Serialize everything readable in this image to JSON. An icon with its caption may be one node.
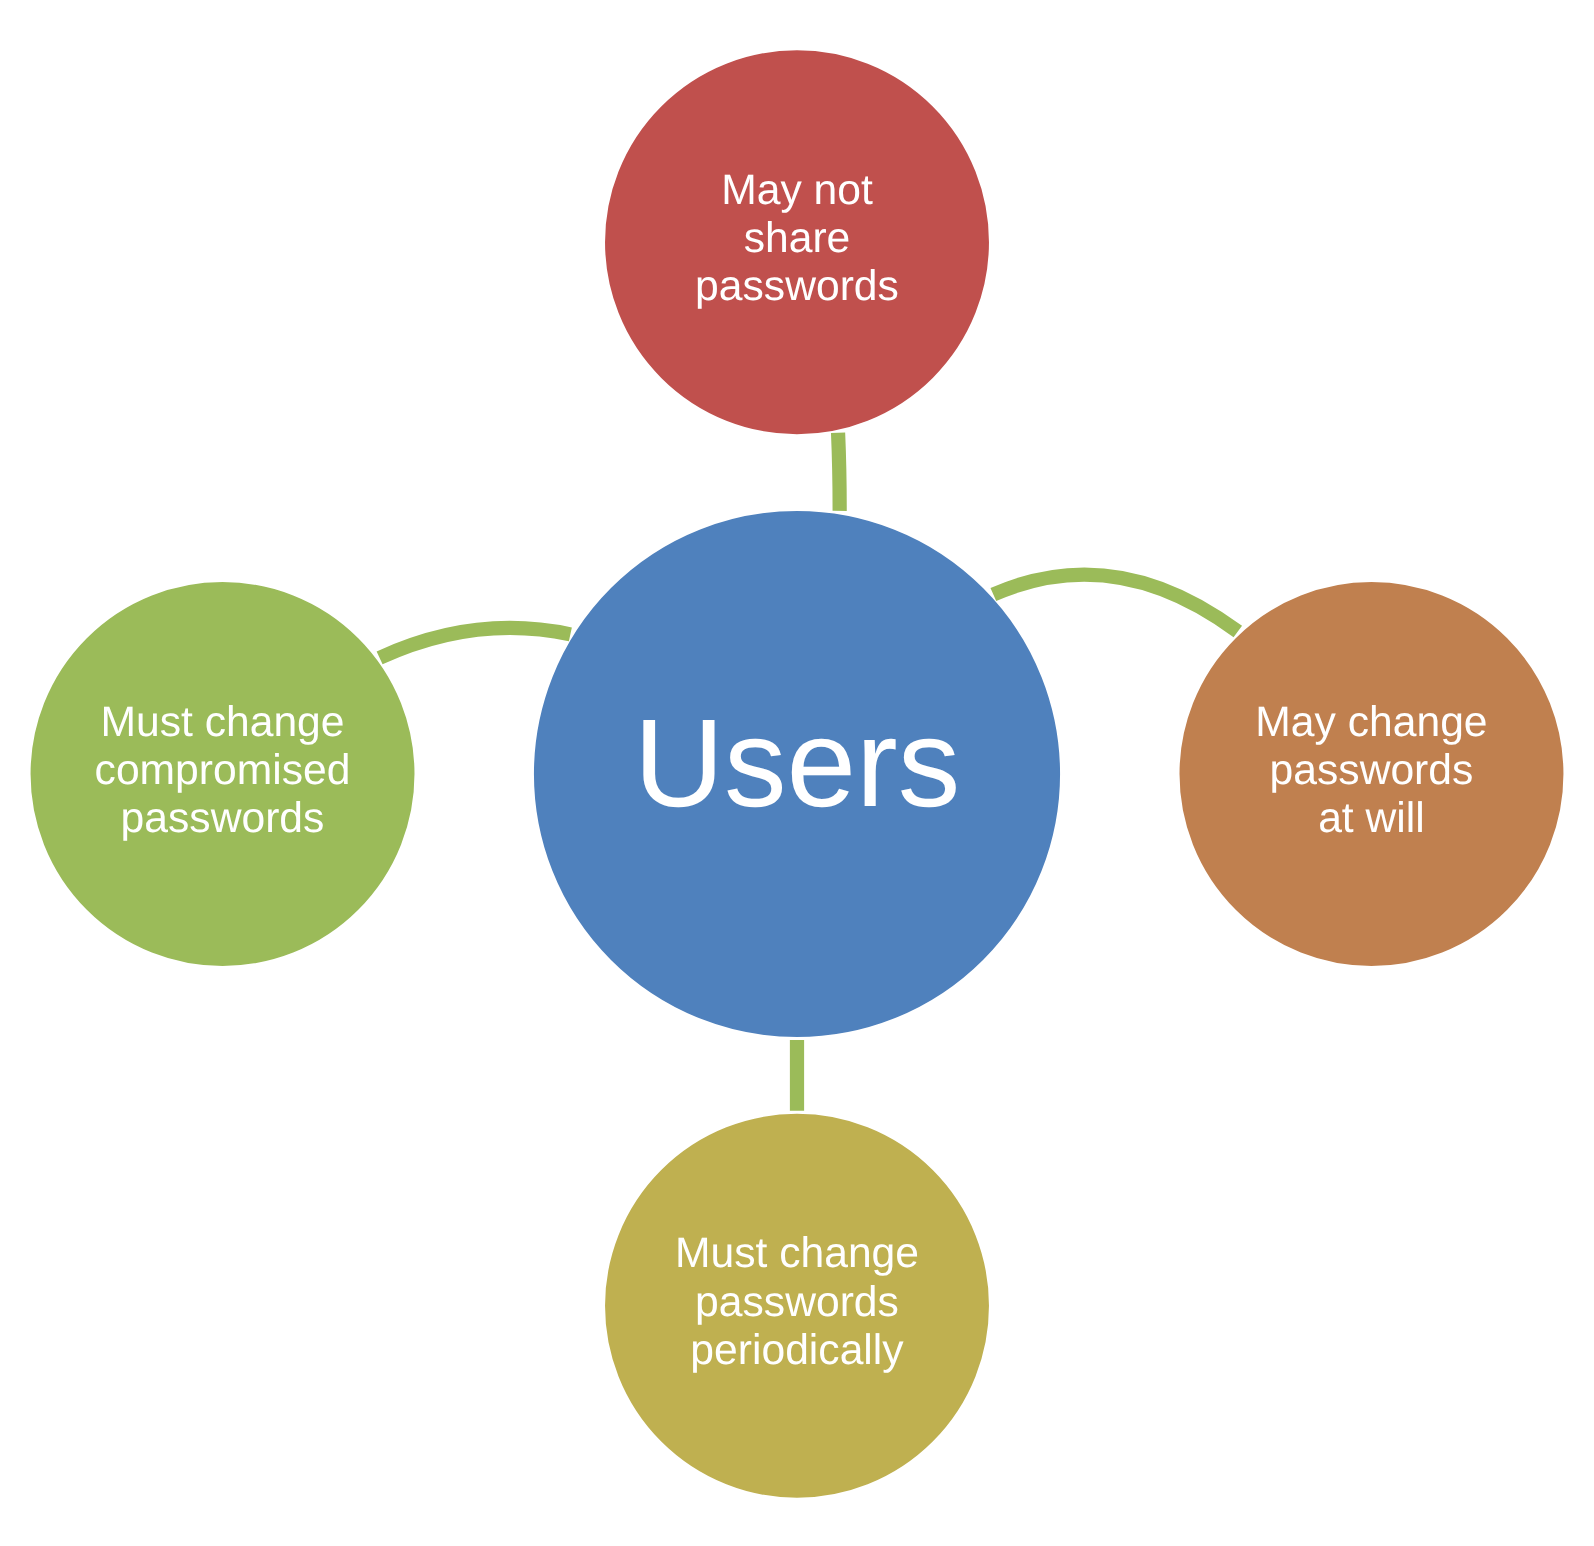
{
  "diagram": {
    "nodes": [
      {
        "text": [
          "May not share passwords"
        ]
      },
      {
        "text": [
          "Must change compromised passwords"
        ]
      },
      {
        "text": [
          "Users"
        ]
      },
      {
        "text": [
          "May change passwords at will"
        ]
      },
      {
        "text": [
          "Must change passwords periodically"
        ]
      }
    ],
    "edges": [
      {
        "from": 2,
        "to": 0,
        "arrow": "none"
      },
      {
        "from": 2,
        "to": 1,
        "arrow": "none"
      },
      {
        "from": 2,
        "to": 3,
        "arrow": "none"
      },
      {
        "from": 2,
        "to": 4,
        "arrow": "none"
      }
    ]
  }
}
